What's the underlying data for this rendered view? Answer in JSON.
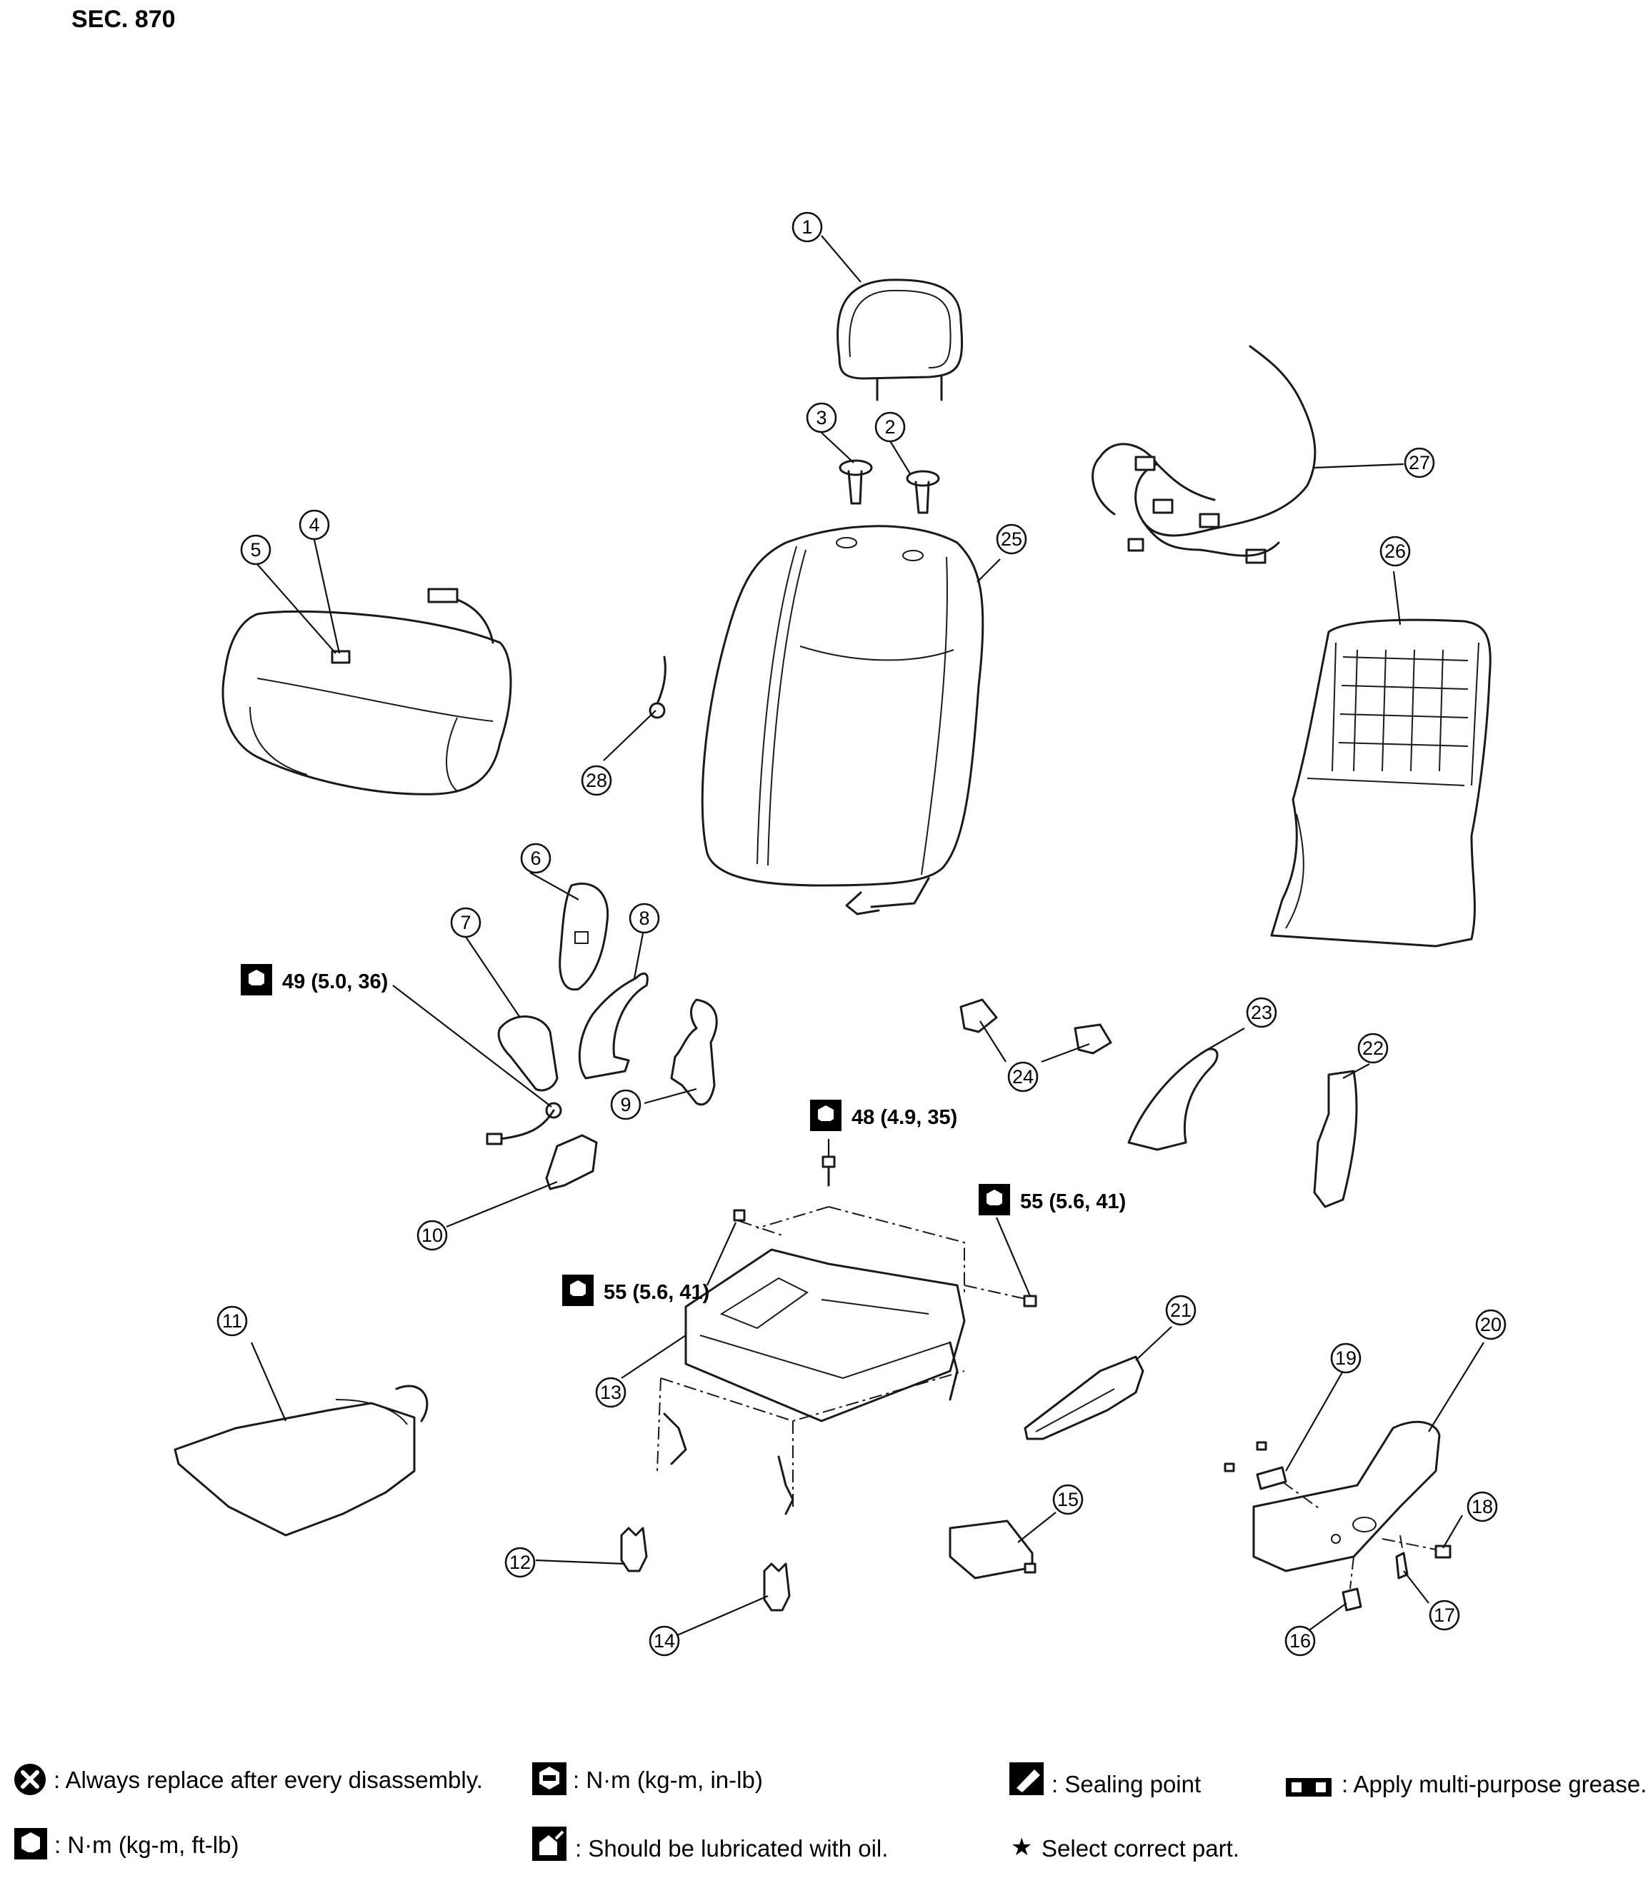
{
  "section": "SEC. 870",
  "callouts": [
    "1",
    "2",
    "3",
    "4",
    "5",
    "6",
    "7",
    "8",
    "9",
    "10",
    "11",
    "12",
    "13",
    "14",
    "15",
    "16",
    "17",
    "18",
    "19",
    "20",
    "21",
    "22",
    "23",
    "24",
    "25",
    "26",
    "27",
    "28"
  ],
  "torques": {
    "t49": "49 (5.0, 36)",
    "t48": "48 (4.9, 35)",
    "t55a": "55 (5.6, 41)",
    "t55b": "55 (5.6, 41)"
  },
  "legend": {
    "replace": ": Always replace after every disassembly.",
    "nm_in": ": N·m (kg-m, in-lb)",
    "sealing": ": Sealing point",
    "grease": ": Apply multi-purpose grease.",
    "nm_ft": ": N·m (kg-m, ft-lb)",
    "oil": ": Should be lubricated with oil.",
    "select": "Select correct part."
  },
  "legend_icons": {
    "replace": "x-circle-icon",
    "nm_in": "socket-torque-in-icon",
    "sealing": "sealing-point-icon",
    "grease": "grease-icon",
    "nm_ft": "socket-torque-ft-icon",
    "oil": "oil-can-icon",
    "select": "star-icon"
  }
}
